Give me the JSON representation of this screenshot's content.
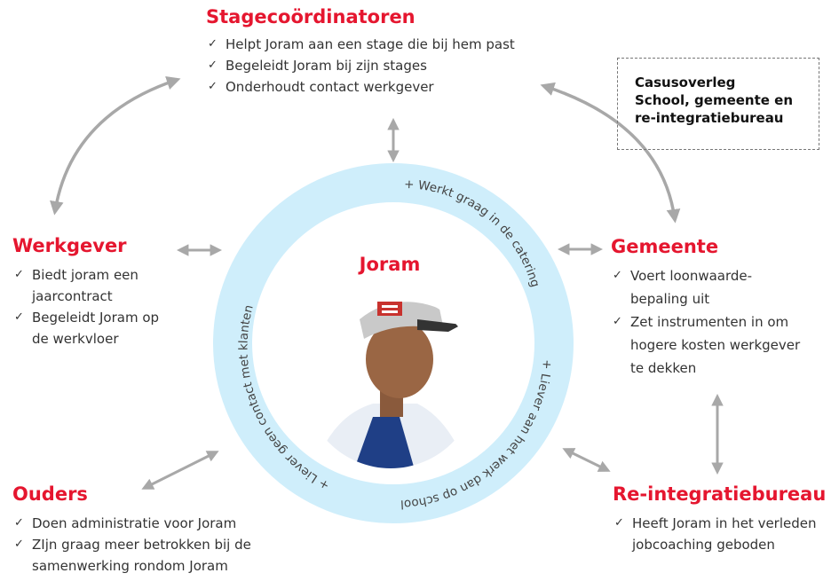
{
  "center": {
    "name": "Joram",
    "arc_top": "+ Werkt graag in de catering",
    "arc_right": "+ Liever aan het werk dan op school",
    "arc_left": "+ Liever geen contact met  klanten"
  },
  "stagecoordinatoren": {
    "title": "Stagecoördinatoren",
    "items": [
      "Helpt Joram aan een stage die bij hem past",
      "Begeleidt Joram bij zijn stages",
      "Onderhoudt contact werkgever"
    ]
  },
  "werkgever": {
    "title": "Werkgever",
    "items": [
      [
        "Biedt joram een",
        "jaarcontract"
      ],
      [
        "Begeleidt Joram op",
        "de werkvloer"
      ]
    ]
  },
  "gemeente": {
    "title": "Gemeente",
    "items": [
      [
        "Voert loonwaarde-",
        "bepaling uit"
      ],
      [
        "Zet instrumenten in om",
        "hogere kosten werkgever",
        "te dekken"
      ]
    ]
  },
  "ouders": {
    "title": "Ouders",
    "items": [
      [
        "Doen administratie voor Joram"
      ],
      [
        "ZIjn graag meer betrokken bij de",
        "samenwerking rondom Joram"
      ]
    ]
  },
  "reintegratie": {
    "title": "Re-integratiebureau",
    "items": [
      [
        "Heeft Joram in het verleden",
        "jobcoaching geboden"
      ]
    ]
  },
  "casus": {
    "lines": [
      "Casusoverleg",
      "School, gemeente en",
      "re-integratiebureau"
    ]
  },
  "colors": {
    "accent": "#e5162f",
    "ring": "#cfeefb",
    "arrow": "#a8a8a8"
  }
}
